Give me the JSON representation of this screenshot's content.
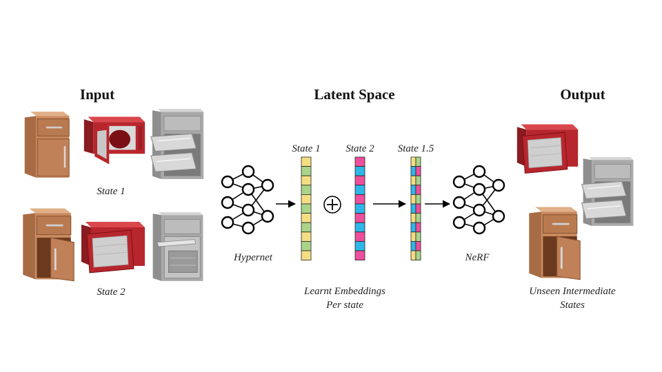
{
  "sections": {
    "input": {
      "title": "Input",
      "state1_caption": "State 1",
      "state2_caption": "State 2"
    },
    "latent": {
      "title": "Latent Space",
      "hypernet_label": "Hypernet",
      "nerf_label": "NeRF",
      "embedding_labels": [
        "State 1",
        "State 2",
        "State 1.5"
      ],
      "caption_line1": "Learnt Embeddings",
      "caption_line2": "Per state"
    },
    "output": {
      "title": "Output",
      "caption_line1": "Unseen Intermediate",
      "caption_line2": "States"
    }
  },
  "colors": {
    "yellow": "#f5dd84",
    "green": "#a9d48a",
    "pink": "#ee4f9d",
    "cyan": "#2fb6e8",
    "wood": "#c98a5e",
    "microwave_red": "#b8262d",
    "oven_gray": "#a9a9a9"
  },
  "icons": [
    "drawer-cabinet-icon",
    "microwave-icon",
    "oven-icon",
    "neural-network-icon",
    "plus-circle-icon",
    "arrow-right-icon"
  ]
}
